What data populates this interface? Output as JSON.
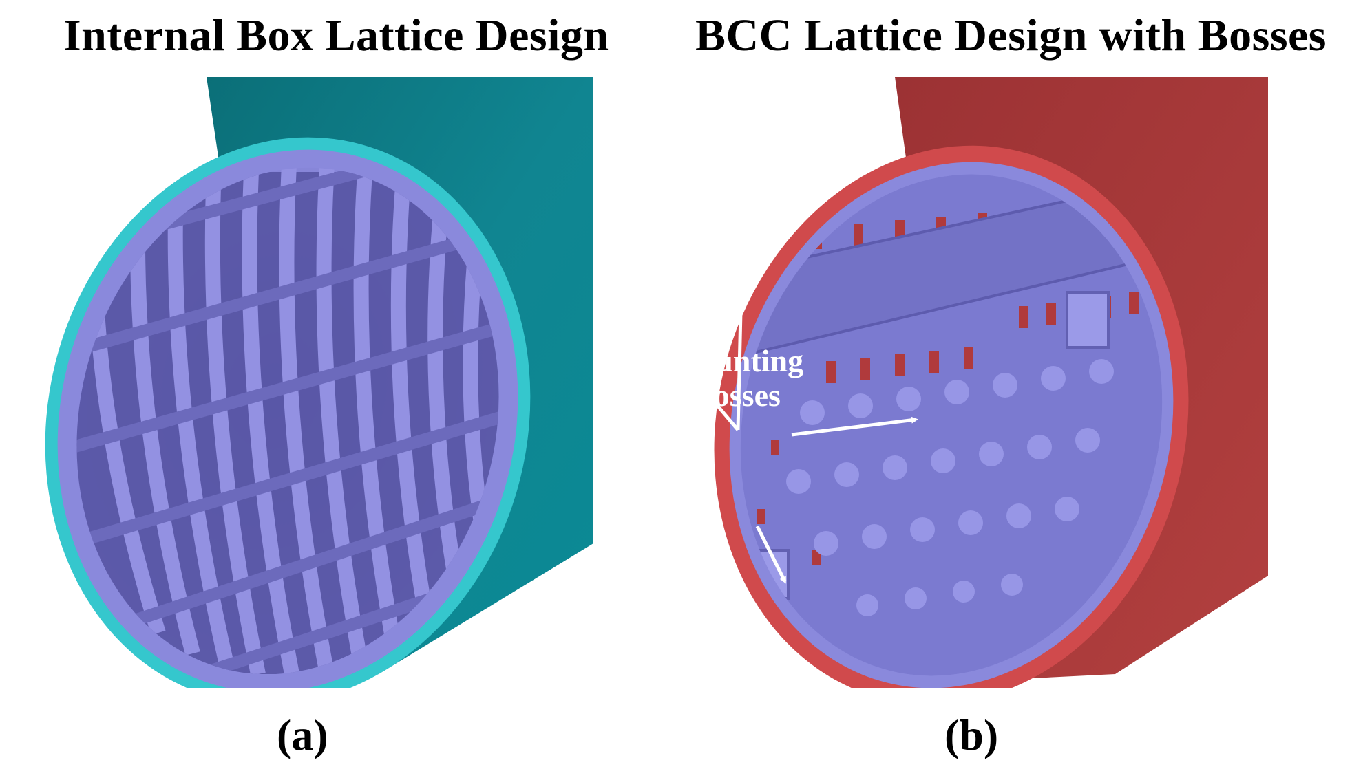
{
  "panel_a": {
    "title": "Internal Box Lattice Design",
    "caption": "(a)"
  },
  "panel_b": {
    "title": "BCC Lattice Design with Bosses",
    "caption": "(b)",
    "annotation_line1": "Mounting",
    "annotation_line2": "Bosses"
  },
  "colors": {
    "lattice": "#8a89dc",
    "lattice_dark": "#5e5cae",
    "shell_teal": "#0e7f89",
    "rim_teal": "#36c9cf",
    "shell_red": "#a53a3c",
    "rim_red": "#d24a4c",
    "arrow": "#ffffff"
  }
}
